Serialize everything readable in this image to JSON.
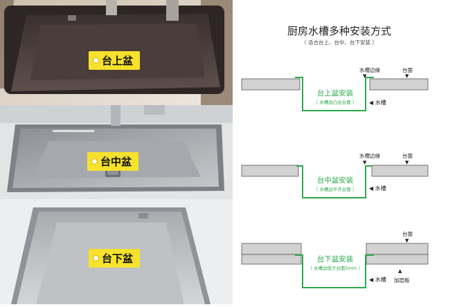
{
  "photos": {
    "top": {
      "label": "台上盆"
    },
    "mid": {
      "label": "台中盆"
    },
    "bottom": {
      "label": "台下盆"
    }
  },
  "diagram": {
    "title": "厨房水槽多种安装方式",
    "subtitle": "（ 适合台上、台中、台下安装 ）",
    "sections": [
      {
        "edge_label": "水槽边缘",
        "counter_label": "台面",
        "name": "台上盆安装",
        "desc": "（ 水槽边凸出台面 ）",
        "sink_label": "◀ 水槽"
      },
      {
        "edge_label": "水槽边缘",
        "counter_label": "台面",
        "name": "台中盆安装",
        "desc": "（ 水槽边平齐台面 ）",
        "sink_label": "◀ 水槽"
      },
      {
        "edge_label": "",
        "counter_label": "台面",
        "name": "台下盆安装",
        "desc": "（ 水槽边低于台面5mm ）",
        "sink_label": "◀ 水槽",
        "board_label": "加层板"
      }
    ],
    "colors": {
      "green": "#2aa84a",
      "counter": "#d2d2d2",
      "counter_stroke": "#555555"
    }
  }
}
